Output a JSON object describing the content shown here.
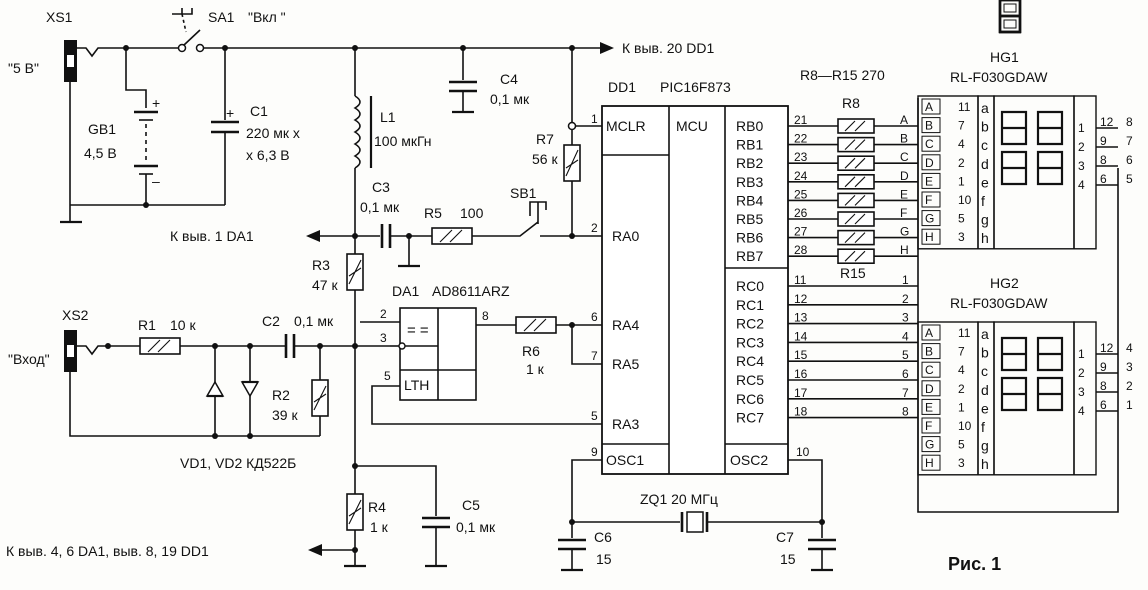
{
  "components": {
    "xs1": {
      "ref": "XS1",
      "value": "\"5 В\""
    },
    "sa1": {
      "ref": "SA1",
      "value": "\"Вкл \""
    },
    "gb1": {
      "ref": "GB1",
      "value": "4,5 В"
    },
    "c1": {
      "ref": "C1",
      "value_line1": "220 мк х",
      "value_line2": "х 6,3 В"
    },
    "l1": {
      "ref": "L1",
      "value": "100 мкГн"
    },
    "c4": {
      "ref": "C4",
      "value": "0,1 мк"
    },
    "c3": {
      "ref": "C3",
      "value": "0,1 мк"
    },
    "r5": {
      "ref": "R5",
      "value": "100"
    },
    "sb1": {
      "ref": "SB1"
    },
    "r7": {
      "ref": "R7",
      "value": "56 к"
    },
    "r3": {
      "ref": "R3",
      "value": "47 к"
    },
    "da1": {
      "ref": "DA1",
      "value": "AD8611ARZ",
      "latch": "LTH",
      "comp": "= ="
    },
    "xs2": {
      "ref": "XS2",
      "value": "\"Вход\""
    },
    "r1": {
      "ref": "R1",
      "value": "10 к"
    },
    "c2": {
      "ref": "C2",
      "value": "0,1 мк"
    },
    "r2": {
      "ref": "R2",
      "value": "39 к"
    },
    "vd": {
      "label": "VD1, VD2 КД522Б"
    },
    "r6": {
      "ref": "R6",
      "value": "1 к"
    },
    "r4": {
      "ref": "R4",
      "value": "1 к"
    },
    "c5": {
      "ref": "C5",
      "value": "0,1 мк"
    },
    "zq1": {
      "label": "ZQ1 20 МГц"
    },
    "c6": {
      "ref": "C6",
      "value": "15"
    },
    "c7": {
      "ref": "C7",
      "value": "15"
    },
    "dd1": {
      "ref": "DD1",
      "value": "PIC16F873",
      "core": "MCU"
    },
    "r8_15": {
      "label": "R8—R15 270",
      "first": "R8",
      "last": "R15"
    },
    "hg1": {
      "ref": "HG1",
      "value": "RL-F030GDAW"
    },
    "hg2": {
      "ref": "HG2",
      "value": "RL-F030GDAW"
    }
  },
  "nets": {
    "out_dd1_20": "К выв. 20 DD1",
    "out_da1_1": "К выв. 1 DA1",
    "out_gnd": "К выв. 4, 6 DA1, выв. 8, 19 DD1"
  },
  "dd1_left_pins": [
    {
      "num": "1",
      "name": "MCLR"
    },
    {
      "num": "2",
      "name": "RA0"
    },
    {
      "num": "6",
      "name": "RA4"
    },
    {
      "num": "7",
      "name": "RA5"
    },
    {
      "num": "5",
      "name": "RA3"
    },
    {
      "num": "9",
      "name": "OSC1"
    }
  ],
  "osc2": {
    "num": "10",
    "name": "OSC2"
  },
  "rb_pins": [
    {
      "num": "21",
      "name": "RB0",
      "seg": "A"
    },
    {
      "num": "22",
      "name": "RB1",
      "seg": "B"
    },
    {
      "num": "23",
      "name": "RB2",
      "seg": "C"
    },
    {
      "num": "24",
      "name": "RB3",
      "seg": "D"
    },
    {
      "num": "25",
      "name": "RB4",
      "seg": "E"
    },
    {
      "num": "26",
      "name": "RB5",
      "seg": "F"
    },
    {
      "num": "27",
      "name": "RB6",
      "seg": "G"
    },
    {
      "num": "28",
      "name": "RB7",
      "seg": "H"
    }
  ],
  "rc_pins": [
    {
      "num": "11",
      "name": "RC0",
      "bus": "1"
    },
    {
      "num": "12",
      "name": "RC1",
      "bus": "2"
    },
    {
      "num": "13",
      "name": "RC2",
      "bus": "3"
    },
    {
      "num": "14",
      "name": "RC3",
      "bus": "4"
    },
    {
      "num": "15",
      "name": "RC4",
      "bus": "5"
    },
    {
      "num": "16",
      "name": "RC5",
      "bus": "6"
    },
    {
      "num": "17",
      "name": "RC6",
      "bus": "7"
    },
    {
      "num": "18",
      "name": "RC7",
      "bus": "8"
    }
  ],
  "display_rows": [
    {
      "in": "A",
      "pin": "11",
      "seg": "a"
    },
    {
      "in": "B",
      "pin": "7",
      "seg": "b"
    },
    {
      "in": "C",
      "pin": "4",
      "seg": "c"
    },
    {
      "in": "D",
      "pin": "2",
      "seg": "d"
    },
    {
      "in": "E",
      "pin": "1",
      "seg": "e"
    },
    {
      "in": "F",
      "pin": "10",
      "seg": "f"
    },
    {
      "in": "G",
      "pin": "5",
      "seg": "g"
    },
    {
      "in": "H",
      "pin": "3",
      "seg": "h"
    }
  ],
  "hg1_digits": {
    "pins": [
      "12",
      "9",
      "8",
      "6"
    ],
    "bus": [
      "8",
      "7",
      "6",
      "5"
    ],
    "nums": [
      "1",
      "2",
      "3",
      "4"
    ]
  },
  "hg2_digits": {
    "pins": [
      "12",
      "9",
      "8",
      "6"
    ],
    "bus": [
      "4",
      "3",
      "2",
      "1"
    ],
    "nums": [
      "1",
      "2",
      "3",
      "4"
    ]
  },
  "da1_pins": {
    "in_minus": "2",
    "in_plus": "3",
    "out": "8",
    "lth": "5"
  },
  "caption": "Рис. 1"
}
